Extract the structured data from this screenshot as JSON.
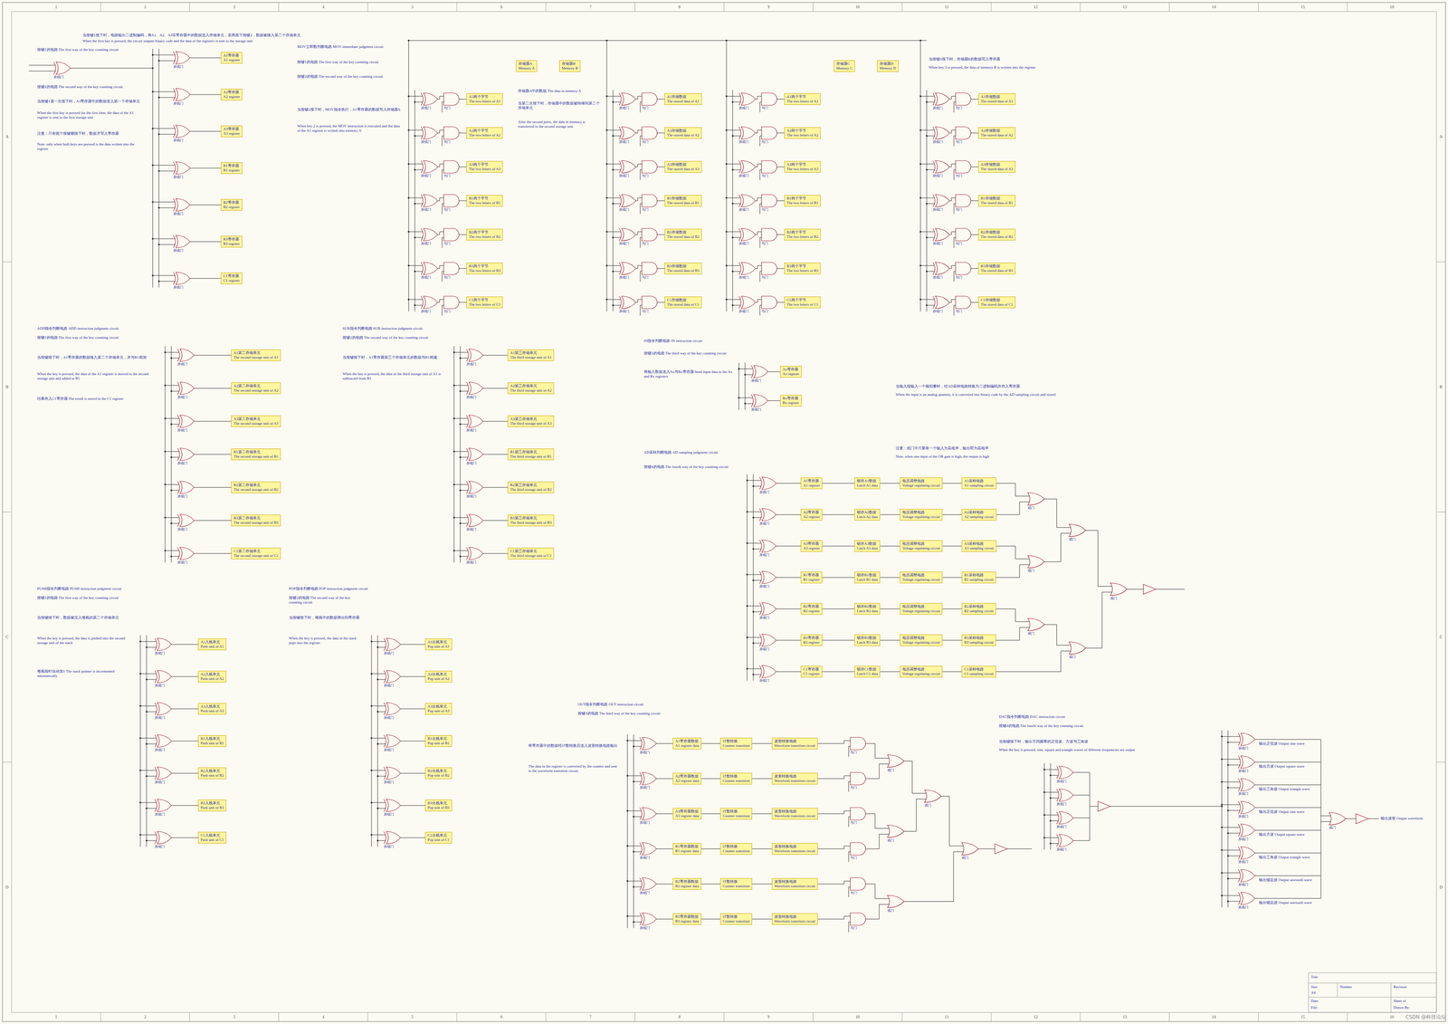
{
  "diagram": {
    "nodes": [
      {
        "text": [
          "A1寄存器",
          "A1 register"
        ]
      },
      {
        "text": [
          "A2寄存器",
          "A2 register"
        ]
      },
      {
        "text": [
          "A3寄存器",
          "A3 register"
        ]
      },
      {
        "text": [
          "B1寄存器",
          "B1 register"
        ]
      },
      {
        "text": [
          "B2寄存器",
          "B2 register"
        ]
      },
      {
        "text": [
          "B3寄存器",
          "B3 register"
        ]
      },
      {
        "text": [
          "C1寄存器",
          "C1 register"
        ]
      },
      {
        "text": [
          "存储器A",
          "Memory A"
        ]
      },
      {
        "text": [
          "存储器B",
          "Memory B"
        ]
      },
      {
        "text": [
          "存储器C",
          "Memory C"
        ]
      },
      {
        "text": [
          "存储器D",
          "Memory D"
        ]
      },
      {
        "text": [
          "A1两个字节",
          "The two letters of A1"
        ]
      },
      {
        "text": [
          "A2两个字节",
          "The two letters of A2"
        ]
      },
      {
        "text": [
          "A3两个字节",
          "The two letters of A3"
        ]
      },
      {
        "text": [
          "B1两个字节",
          "The two letters of B1"
        ]
      },
      {
        "text": [
          "B2两个字节",
          "The two letters of B2"
        ]
      },
      {
        "text": [
          "B3两个字节",
          "The two letters of B3"
        ]
      },
      {
        "text": [
          "C1两个字节",
          "The two letters of C1"
        ]
      },
      {
        "text": [
          "A1存储数据",
          "The stored data of A1"
        ]
      },
      {
        "text": [
          "A2存储数据",
          "The stored data of A2"
        ]
      },
      {
        "text": [
          "A3存储数据",
          "The stored data of A3"
        ]
      },
      {
        "text": [
          "B1存储数据",
          "The stored data of B1"
        ]
      },
      {
        "text": [
          "B2存储数据",
          "The stored data of B2"
        ]
      },
      {
        "text": [
          "B3存储数据",
          "The stored data of B3"
        ]
      },
      {
        "text": [
          "C1存储数据",
          "The stored data of C1"
        ]
      },
      {
        "text": [
          "A1两个字节",
          "The two letters of A1"
        ]
      },
      {
        "text": [
          "A2两个字节",
          "The two letters of A2"
        ]
      },
      {
        "text": [
          "A3两个字节",
          "The two letters of A3"
        ]
      },
      {
        "text": [
          "B1两个字节",
          "The two letters of B1"
        ]
      },
      {
        "text": [
          "B2两个字节",
          "The two letters of B2"
        ]
      },
      {
        "text": [
          "B3两个字节",
          "The two letters of B3"
        ]
      },
      {
        "text": [
          "C1两个字节",
          "The two letters of C1"
        ]
      },
      {
        "text": [
          "A1存储数据",
          "The stored data of A1"
        ]
      },
      {
        "text": [
          "A2存储数据",
          "The stored data of A2"
        ]
      },
      {
        "text": [
          "A3存储数据",
          "The stored data of A3"
        ]
      },
      {
        "text": [
          "B1存储数据",
          "The stored data of B1"
        ]
      },
      {
        "text": [
          "B2存储数据",
          "The stored data of B2"
        ]
      },
      {
        "text": [
          "B3存储数据",
          "The stored data of B3"
        ]
      },
      {
        "text": [
          "C1存储数据",
          "The stored data of C1"
        ]
      },
      {
        "text": [
          "A1第二存储单元",
          "The second storage unit of A1"
        ]
      },
      {
        "text": [
          "A2第二存储单元",
          "The second storage unit of A2"
        ]
      },
      {
        "text": [
          "A3第二存储单元",
          "The second storage unit of A3"
        ]
      },
      {
        "text": [
          "B1第二存储单元",
          "The second storage unit of B1"
        ]
      },
      {
        "text": [
          "B2第二存储单元",
          "The second storage unit of B2"
        ]
      },
      {
        "text": [
          "B3第二存储单元",
          "The second storage unit of B3"
        ]
      },
      {
        "text": [
          "C1第二存储单元",
          "The second storage unit of C1"
        ]
      },
      {
        "text": [
          "A1第三存储单元",
          "The third storage unit of A1"
        ]
      },
      {
        "text": [
          "A2第三存储单元",
          "The third storage unit of A2"
        ]
      },
      {
        "text": [
          "A3第三存储单元",
          "The third storage unit of A3"
        ]
      },
      {
        "text": [
          "B1第三存储单元",
          "The third storage unit of B1"
        ]
      },
      {
        "text": [
          "B2第三存储单元",
          "The third storage unit of B2"
        ]
      },
      {
        "text": [
          "B3第三存储单元",
          "The third storage unit of B3"
        ]
      },
      {
        "text": [
          "C1第三存储单元",
          "The third storage unit of C1"
        ]
      },
      {
        "text": [
          "Ax寄存器",
          "Ax register"
        ]
      },
      {
        "text": [
          "Bx寄存器",
          "Bx register"
        ]
      },
      {
        "text": [
          "A1寄存器",
          "A1 register"
        ]
      },
      {
        "text": [
          "A2寄存器",
          "A2 register"
        ]
      },
      {
        "text": [
          "A3寄存器",
          "A3 register"
        ]
      },
      {
        "text": [
          "B1寄存器",
          "B1 register"
        ]
      },
      {
        "text": [
          "B2寄存器",
          "B2 register"
        ]
      },
      {
        "text": [
          "B3寄存器",
          "B3 register"
        ]
      },
      {
        "text": [
          "C1寄存器",
          "C1 register"
        ]
      },
      {
        "text": [
          "锁存A1数据",
          "Latch A1 data"
        ]
      },
      {
        "text": [
          "电压调整电路",
          "Voltage regulating circuit"
        ]
      },
      {
        "text": [
          "A1采样电路",
          "A1 sampling circuit"
        ]
      },
      {
        "text": [
          "锁存A2数据",
          "Latch A2 data"
        ]
      },
      {
        "text": [
          "电压调整电路",
          "Voltage regulating circuit"
        ]
      },
      {
        "text": [
          "A2采样电路",
          "A2 sampling circuit"
        ]
      },
      {
        "text": [
          "锁存A3数据",
          "Latch A3 data"
        ]
      },
      {
        "text": [
          "电压调整电路",
          "Voltage regulating circuit"
        ]
      },
      {
        "text": [
          "A3采样电路",
          "A3 sampling circuit"
        ]
      },
      {
        "text": [
          "锁存B1数据",
          "Latch B1 data"
        ]
      },
      {
        "text": [
          "电压调整电路",
          "Voltage regulating circuit"
        ]
      },
      {
        "text": [
          "B1采样电路",
          "B1 sampling circuit"
        ]
      },
      {
        "text": [
          "锁存B2数据",
          "Latch B2 data"
        ]
      },
      {
        "text": [
          "电压调整电路",
          "Voltage regulating circuit"
        ]
      },
      {
        "text": [
          "B2采样电路",
          "B2 sampling circuit"
        ]
      },
      {
        "text": [
          "锁存B3数据",
          "Latch B3 data"
        ]
      },
      {
        "text": [
          "电压调整电路",
          "Voltage regulating circuit"
        ]
      },
      {
        "text": [
          "B3采样电路",
          "B3 sampling circuit"
        ]
      },
      {
        "text": [
          "锁存C1数据",
          "Latch C1 data"
        ]
      },
      {
        "text": [
          "电压调整电路",
          "Voltage regulating circuit"
        ]
      },
      {
        "text": [
          "C1采样电路",
          "C1 sampling circuit"
        ]
      },
      {
        "text": [
          "A1入栈单元",
          "Push unit of A1"
        ]
      },
      {
        "text": [
          "A2入栈单元",
          "Push unit of A2"
        ]
      },
      {
        "text": [
          "A3入栈单元",
          "Push unit of A3"
        ]
      },
      {
        "text": [
          "B1入栈单元",
          "Push unit of B1"
        ]
      },
      {
        "text": [
          "B2入栈单元",
          "Push unit of B2"
        ]
      },
      {
        "text": [
          "B3入栈单元",
          "Push unit of B3"
        ]
      },
      {
        "text": [
          "C1入栈单元",
          "Push unit of C1"
        ]
      },
      {
        "text": [
          "A1出栈单元",
          "Pop unit of A1"
        ]
      },
      {
        "text": [
          "A2出栈单元",
          "Pop unit of A2"
        ]
      },
      {
        "text": [
          "A3出栈单元",
          "Pop unit of A3"
        ]
      },
      {
        "text": [
          "B1出栈单元",
          "Pop unit of B1"
        ]
      },
      {
        "text": [
          "B2出栈单元",
          "Pop unit of B2"
        ]
      },
      {
        "text": [
          "B3出栈单元",
          "Pop unit of B3"
        ]
      },
      {
        "text": [
          "C1出栈单元",
          "Pop unit of C1"
        ]
      },
      {
        "text": [
          "A1寄存器数据",
          "A1 register data"
        ]
      },
      {
        "text": [
          "计数转换",
          "Counter transition"
        ]
      },
      {
        "text": [
          "波形转换电路",
          "Waveform transition circuit"
        ]
      },
      {
        "text": [
          "A2寄存器数据",
          "A2 register data"
        ]
      },
      {
        "text": [
          "计数转换",
          "Counter transition"
        ]
      },
      {
        "text": [
          "波形转换电路",
          "Waveform transition circuit"
        ]
      },
      {
        "text": [
          "A3寄存器数据",
          "A3 register data"
        ]
      },
      {
        "text": [
          "计数转换",
          "Counter transition"
        ]
      },
      {
        "text": [
          "波形转换电路",
          "Waveform transition circuit"
        ]
      },
      {
        "text": [
          "B1寄存器数据",
          "B1 register data"
        ]
      },
      {
        "text": [
          "计数转换",
          "Counter transition"
        ]
      },
      {
        "text": [
          "波形转换电路",
          "Waveform transition circuit"
        ]
      },
      {
        "text": [
          "B2寄存器数据",
          "B2 register data"
        ]
      },
      {
        "text": [
          "计数转换",
          "Counter transition"
        ]
      },
      {
        "text": [
          "波形转换电路",
          "Waveform transition circuit"
        ]
      },
      {
        "text": [
          "B3寄存器数据",
          "B3 register data"
        ]
      },
      {
        "text": [
          "计数转换",
          "Counter transition"
        ]
      },
      {
        "text": [
          "波形转换电路",
          "Waveform transition circuit"
        ]
      }
    ],
    "edges": [
      {
        "from": 55,
        "to": 62,
        "arrow": "none"
      },
      {
        "from": 62,
        "to": 63,
        "arrow": "none"
      },
      {
        "from": 63,
        "to": 64,
        "arrow": "none"
      },
      {
        "from": 56,
        "to": 65,
        "arrow": "none"
      },
      {
        "from": 65,
        "to": 66,
        "arrow": "none"
      },
      {
        "from": 66,
        "to": 67,
        "arrow": "none"
      },
      {
        "from": 57,
        "to": 68,
        "arrow": "none"
      },
      {
        "from": 68,
        "to": 69,
        "arrow": "none"
      },
      {
        "from": 69,
        "to": 70,
        "arrow": "none"
      },
      {
        "from": 58,
        "to": 71,
        "arrow": "none"
      },
      {
        "from": 71,
        "to": 72,
        "arrow": "none"
      },
      {
        "from": 72,
        "to": 73,
        "arrow": "none"
      },
      {
        "from": 59,
        "to": 74,
        "arrow": "none"
      },
      {
        "from": 74,
        "to": 75,
        "arrow": "none"
      },
      {
        "from": 75,
        "to": 76,
        "arrow": "none"
      },
      {
        "from": 60,
        "to": 77,
        "arrow": "none"
      },
      {
        "from": 77,
        "to": 78,
        "arrow": "none"
      },
      {
        "from": 78,
        "to": 79,
        "arrow": "none"
      },
      {
        "from": 61,
        "to": 80,
        "arrow": "none"
      },
      {
        "from": 80,
        "to": 81,
        "arrow": "none"
      },
      {
        "from": 81,
        "to": 82,
        "arrow": "none"
      },
      {
        "from": 97,
        "to": 98,
        "arrow": "none"
      },
      {
        "from": 98,
        "to": 99,
        "arrow": "none"
      },
      {
        "from": 100,
        "to": 101,
        "arrow": "none"
      },
      {
        "from": 101,
        "to": 102,
        "arrow": "none"
      },
      {
        "from": 103,
        "to": 104,
        "arrow": "none"
      },
      {
        "from": 104,
        "to": 105,
        "arrow": "none"
      },
      {
        "from": 106,
        "to": 107,
        "arrow": "none"
      },
      {
        "from": 107,
        "to": 108,
        "arrow": "none"
      },
      {
        "from": 109,
        "to": 110,
        "arrow": "none"
      },
      {
        "from": 110,
        "to": 111,
        "arrow": "none"
      },
      {
        "from": 112,
        "to": 113,
        "arrow": "none"
      },
      {
        "from": 113,
        "to": 114,
        "arrow": "none"
      }
    ],
    "labels": [
      "1",
      "2",
      "3",
      "4",
      "5",
      "6",
      "7",
      "8",
      "9",
      "10",
      "11",
      "12",
      "13",
      "14",
      "15",
      "16",
      "1",
      "2",
      "3",
      "4",
      "5",
      "6",
      "7",
      "8",
      "9",
      "10",
      "11",
      "12",
      "13",
      "14",
      "15",
      "16",
      "A",
      "B",
      "C",
      "D",
      "A",
      "B",
      "C",
      "D",
      "当按键1按下时，电路输出二进制编码，将A1、A2、A3等寄存器中的数据送入存储单元，若再按下按键2，数据被移入第二个存储单元",
      "When the first key is pressed, the circuit outputs binary code and the data of the registers is sent to the storage unit",
      "按键1的电路 The first way of the key counting circuit",
      "按键2的电路 The second way of the key counting circuit",
      "当按键1第一次按下时，A1寄存器中的数据送入第一个存储单元",
      "When the first key is pressed for the first time, the data of the A1 register is sent to the first storage unit",
      "注意：只有两个按键都按下时，数据才写入寄存器",
      "Note: only when both keys are pressed is the data written into the register",
      "MOV立即数判断电路 MOV immediate judgment circuit",
      "按键1的电路 The first way of the key counting circuit",
      "按键2的电路 The second way of the key counting circuit",
      "当按键2按下时，MOV指令执行，A1寄存器的数据写入存储器A",
      "When key 2 is pressed, the MOV instruction is executed and the data of the A1 register is written into memory A",
      "存储器A中的数据 The data in memory A",
      "当第二次按下时，存储器中的数据被转移到第二个存储单元",
      "After the second press, the data in memory is transferred to the second storage unit",
      "当按键3按下时，存储器B的数据写入寄存器",
      "When key 3 is pressed, the data of memory B is written into the register",
      "ADD指令判断电路 ADD instruction judgment circuit",
      "按键1的电路 The first way of the key counting circuit",
      "当按键按下时，A1寄存器的数据移入第二个存储单元，并与B1相加",
      "When the key is pressed, the data of the A1 register is moved to the second storage unit and added to B1",
      "结果存入C1寄存器 The result is stored in the C1 register",
      "SUB指令判断电路 SUB instruction judgment circuit",
      "按键2的电路 The second way of the key counting circuit",
      "当按键按下时，A1寄存器第三个存储单元的数据与B1相减",
      "When the key is pressed, the data of the third storage unit of A1 is subtracted from B1",
      "IN指令判断电路 IN instruction circuit",
      "按键3的电路 The third way of the key counting circuit",
      "将输入数据送入Ax与Bx寄存器 Send input data to the Ax and Bx registers",
      "当输入端输入一个模拟量时，经AD采样电路转换为二进制编码并存入寄存器",
      "When the input is an analog quantity, it is converted into binary code by the AD sampling circuit and stored",
      "注意：或门中只要有一个输入为高电平，输出即为高电平",
      "Note: when one input of the OR gate is high, the output is high",
      "AD采样判断电路 AD sampling judgment circuit",
      "按键4的电路 The fourth way of the key counting circuit",
      "PUSH指令判断电路 PUSH instruction judgment circuit",
      "按键1的电路 The first way of the key counting circuit",
      "当按键按下时，数据被压入堆栈的第二个存储单元",
      "When the key is pressed, the data is pushed into the second storage unit of the stack",
      "堆栈指针自动加1 The stack pointer is incremented automatically",
      "POP指令判断电路 POP instruction judgment circuit",
      "按键2的电路 The second way of the key counting circuit",
      "当按键按下时，堆栈中的数据弹出到寄存器",
      "When the key is pressed, the data in the stack pops into the register",
      "OUT指令判断电路 OUT instruction circuit",
      "按键3的电路 The third way of the key counting circuit",
      "将寄存器中的数据经计数转换后送入波形转换电路输出",
      "The data in the register is converted by the counter and sent to the waveform transition circuit",
      "DAC指令判断电路 DAC instruction circuit",
      "按键4的电路 The fourth way of the key counting circuit",
      "当按键按下时，输出不同频率的正弦波、方波与三角波",
      "When the key is pressed, sine, square and triangle waves of different frequencies are output",
      "输出正弦波 Output sine wave",
      "输出方波 Output square wave",
      "输出三角波 Output triangle wave",
      "输出正弦波 Output sine wave",
      "输出方波 Output square wave",
      "输出三角波 Output triangle wave",
      "输出锯齿波 Output sawtooth wave",
      "输出锯齿波 Output sawtooth wave",
      "输出波形 Output waveform",
      "Title",
      "Size",
      "A4",
      "Number",
      "Revision",
      "Date:",
      "File:",
      "Sheet of",
      "Drawn By:",
      "CSDN @科技论坛",
      "异或门",
      "异或门",
      "异或门",
      "异或门",
      "异或门",
      "异或门",
      "异或门",
      "异或门",
      "异或门",
      "与门",
      "异或门",
      "与门",
      "异或门",
      "与门",
      "异或门",
      "与门",
      "异或门",
      "与门",
      "异或门",
      "与门",
      "异或门",
      "与门",
      "异或门",
      "与门",
      "异或门",
      "与门",
      "异或门",
      "与门",
      "异或门",
      "与门",
      "异或门",
      "与门",
      "异或门",
      "与门",
      "异或门",
      "与门",
      "异或门",
      "与门",
      "异或门",
      "与门",
      "异或门",
      "与门",
      "异或门",
      "与门",
      "异或门",
      "与门",
      "异或门",
      "与门",
      "异或门",
      "与门",
      "异或门",
      "与门",
      "异或门",
      "与门",
      "异或门",
      "与门",
      "异或门",
      "与门",
      "异或门",
      "与门",
      "异或门",
      "与门",
      "异或门",
      "与门",
      "异或门",
      "异或门",
      "异或门",
      "异或门",
      "异或门",
      "异或门",
      "异或门",
      "异或门",
      "异或门",
      "异或门",
      "异或门",
      "异或门",
      "异或门",
      "异或门",
      "异或门",
      "异或门",
      "异或门",
      "异或门",
      "异或门",
      "异或门",
      "异或门",
      "异或门",
      "异或门",
      "异或门",
      "异或门",
      "异或门",
      "异或门",
      "异或门",
      "异或门",
      "异或门",
      "异或门",
      "异或门",
      "异或门",
      "异或门",
      "异或门",
      "异或门",
      "异或门",
      "异或门",
      "异或门",
      "异或门",
      "异或门",
      "异或门",
      "异或门",
      "与门",
      "与门",
      "与门",
      "与门",
      "与门",
      "与门",
      "异或门",
      "异或门",
      "异或门",
      "异或门",
      "异或门",
      "异或门",
      "异或门",
      "异或门",
      "异或门",
      "异或门",
      "异或门",
      "异或门",
      "或门",
      "或门",
      "或门",
      "或门",
      "或门",
      "或门",
      "或门",
      "或门",
      "或门",
      "或门",
      "或门",
      "或门"
    ]
  }
}
